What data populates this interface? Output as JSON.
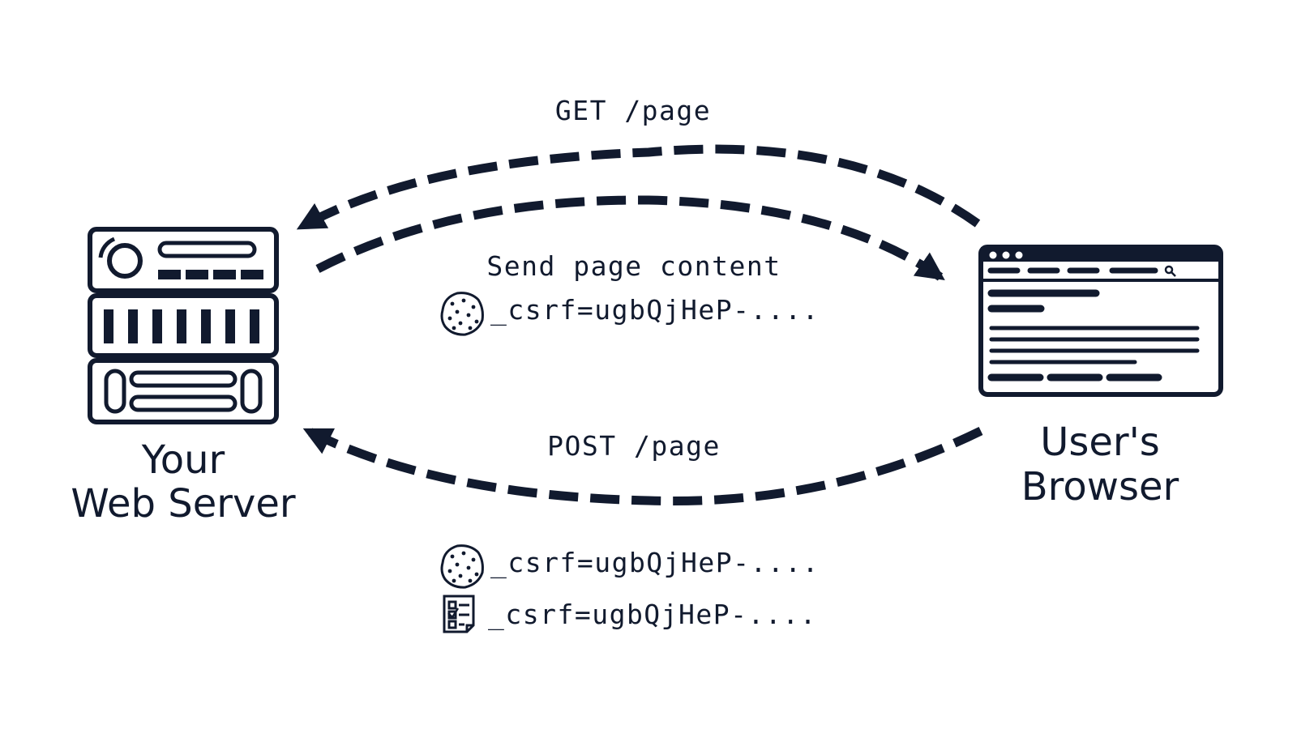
{
  "colors": {
    "ink": "#111a2e",
    "background": "#ffffff"
  },
  "nodes": {
    "server": {
      "line1": "Your",
      "line2": "Web Server",
      "icon": "server-rack-icon"
    },
    "browser": {
      "line1": "User's",
      "line2": "Browser",
      "icon": "browser-window-icon"
    }
  },
  "arrows": {
    "get": {
      "label": "GET /page"
    },
    "response": {
      "label": "Send page content",
      "cookie_token": "_csrf=ugbQjHeP-....",
      "cookie_icon": "cookie-icon"
    },
    "post": {
      "label": "POST /page",
      "cookie_token": "_csrf=ugbQjHeP-....",
      "form_token": "_csrf=ugbQjHeP-....",
      "cookie_icon": "cookie-icon",
      "form_icon": "form-checklist-icon"
    }
  }
}
